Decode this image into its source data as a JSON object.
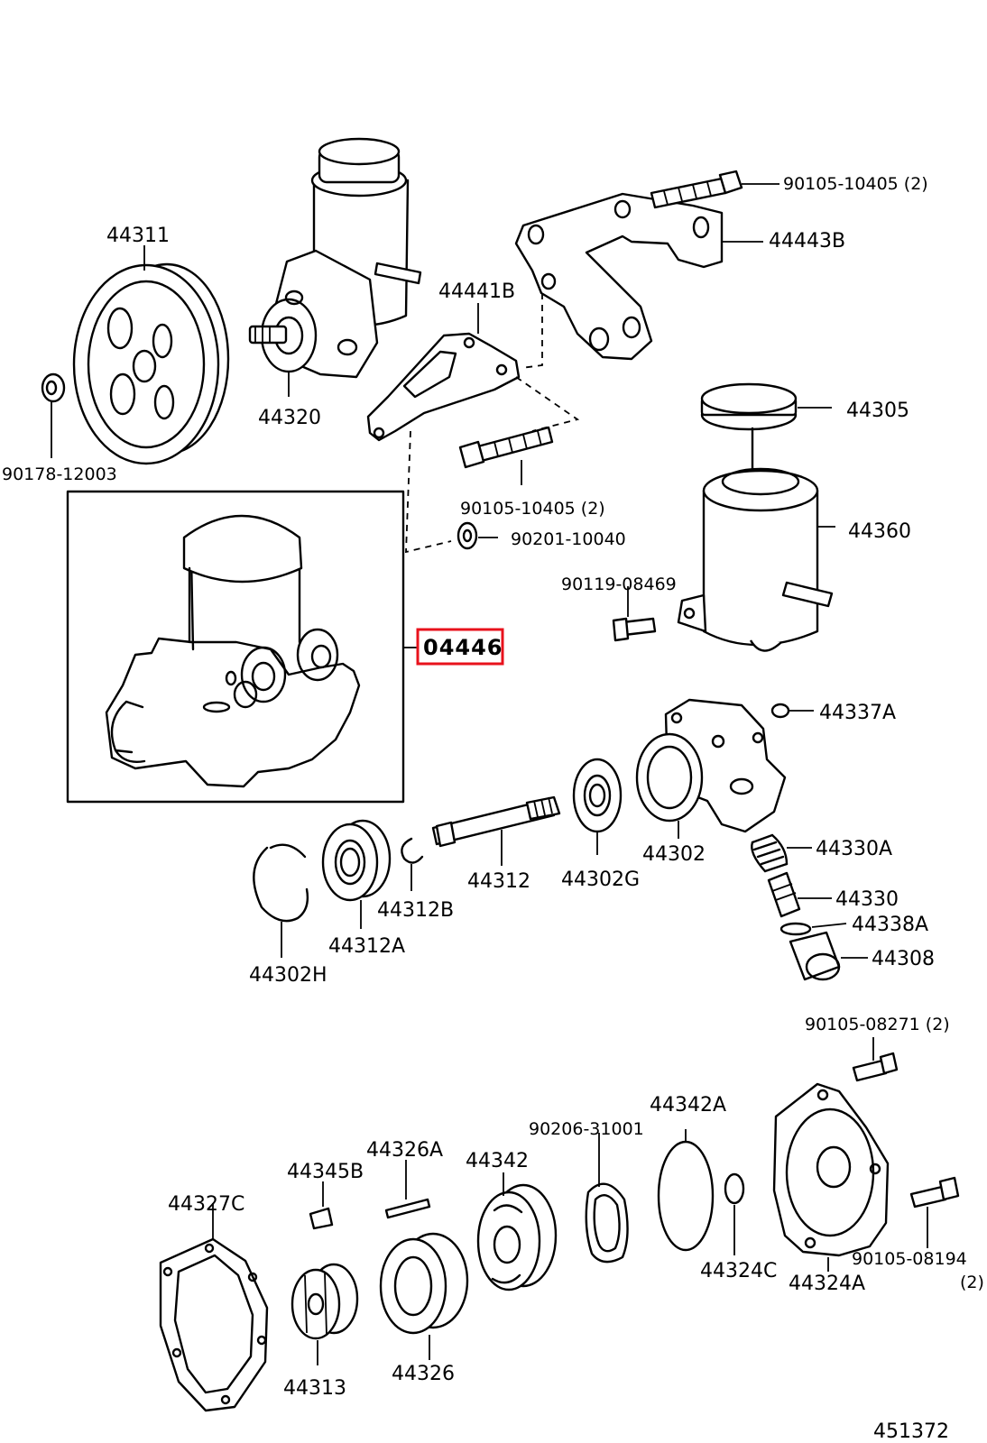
{
  "labels": {
    "p44311": "44311",
    "p90178": "90178-12003",
    "p44320": "44320",
    "p90105a": "90105-10405 (2)",
    "p44443b": "44443B",
    "p44441b": "44441B",
    "p90105b": "90105-10405 (2)",
    "p90201": "90201-10040",
    "p44305": "44305",
    "p44360": "44360",
    "p90119": "90119-08469",
    "p04446": "04446",
    "p44337a": "44337A",
    "p44302": "44302",
    "p44330a": "44330A",
    "p44330": "44330",
    "p44338a": "44338A",
    "p44308": "44308",
    "p44312": "44312",
    "p44302g": "44302G",
    "p44312b": "44312B",
    "p44312a": "44312A",
    "p44302h": "44302H",
    "p90105c": "90105-08271 (2)",
    "p44342a": "44342A",
    "p90206": "90206-31001",
    "p44326a": "44326A",
    "p44342": "44342",
    "p44345b": "44345B",
    "p44327c": "44327C",
    "p44324c": "44324C",
    "p44324a": "44324A",
    "p90105d": "90105-08194",
    "p90105d_qty": "(2)",
    "p44313": "44313",
    "p44326": "44326",
    "figure_no": "451372"
  },
  "colors": {
    "line": "#000000",
    "highlight": "#e8121c",
    "background": "#ffffff"
  }
}
